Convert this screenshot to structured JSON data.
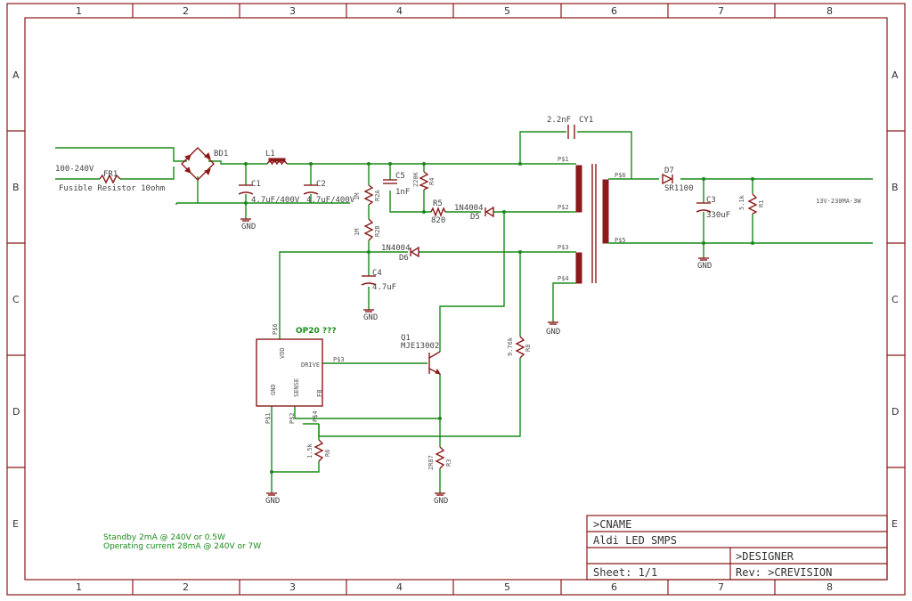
{
  "frame": {
    "columns": [
      "1",
      "2",
      "3",
      "4",
      "5",
      "6",
      "7",
      "8"
    ],
    "rows": [
      "A",
      "B",
      "C",
      "D",
      "E"
    ]
  },
  "components": {
    "fr1": {
      "ref": "FR1",
      "desc": "Fusible Resistor 10ohm"
    },
    "input_voltage": "100-240V",
    "bd1": "BD1",
    "l1": "L1",
    "c1": {
      "ref": "C1",
      "value": "4.7uF/400V"
    },
    "c2": {
      "ref": "C2",
      "value": "4.7uF/400V"
    },
    "r2a": {
      "ref": "R2A",
      "value": "1M"
    },
    "r2b": {
      "ref": "R2B",
      "value": "1M"
    },
    "c5": {
      "ref": "C5",
      "value": "1nF"
    },
    "r4": {
      "ref": "R4",
      "value": "220K"
    },
    "r5": {
      "ref": "R5",
      "value": "820"
    },
    "d5": {
      "ref": "D5",
      "value": "1N4004"
    },
    "d6": {
      "ref": "D6",
      "value": "1N4004"
    },
    "c4": {
      "ref": "C4",
      "value": "4.7uF"
    },
    "cy1": {
      "ref": "CY1",
      "value": "2.2nF"
    },
    "d7": {
      "ref": "D7",
      "value": "SR1100"
    },
    "c3": {
      "ref": "C3",
      "value": "330uF"
    },
    "r1": {
      "ref": "R1",
      "value": "5.1k"
    },
    "output": "13V-230MA-3W",
    "q1": {
      "ref": "Q1",
      "value": "MJE13002"
    },
    "r8": {
      "ref": "R8",
      "value": "9.76k"
    },
    "r6": {
      "ref": "R6",
      "value": "1.5k"
    },
    "r3": {
      "ref": "R3",
      "value": "2R87"
    },
    "ic": {
      "name": "OP20 ???",
      "vdd": "VDD",
      "drive": "DRIVE",
      "gnd": "GND",
      "sense": "SENSE",
      "fb": "FB"
    },
    "gnd": "GND"
  },
  "pins": {
    "t_p1": "P$1",
    "t_p2": "P$2",
    "t_p3": "P$3",
    "t_p4": "P$4",
    "t_p5": "P$5",
    "t_p6": "P$6",
    "ic_p6": "P$6",
    "ic_p3": "P$3",
    "ic_p1": "P$1",
    "ic_p2": "P$2",
    "ic_p4": "P$4"
  },
  "notes": {
    "standby": "Standby 2mA @ 240V or 0.5W",
    "operating": "Operating current 28mA @ 240V or 7W"
  },
  "title_block": {
    "cname": ">CNAME",
    "title": "Aldi LED SMPS",
    "designer": ">DESIGNER",
    "sheet": "Sheet: 1/1",
    "rev": "Rev: >CREVISION"
  }
}
